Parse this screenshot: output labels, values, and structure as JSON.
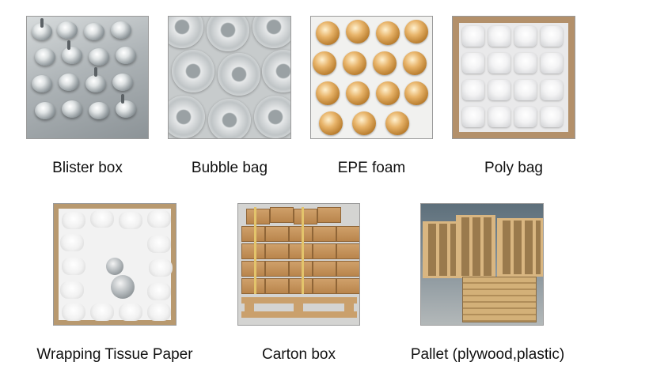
{
  "items": [
    {
      "caption": "Blister box"
    },
    {
      "caption": "Bubble bag"
    },
    {
      "caption": "EPE foam"
    },
    {
      "caption": "Poly bag"
    },
    {
      "caption": "Wrapping Tissue Paper"
    },
    {
      "caption": "Carton box"
    },
    {
      "caption": "Pallet (plywood,plastic)"
    }
  ]
}
